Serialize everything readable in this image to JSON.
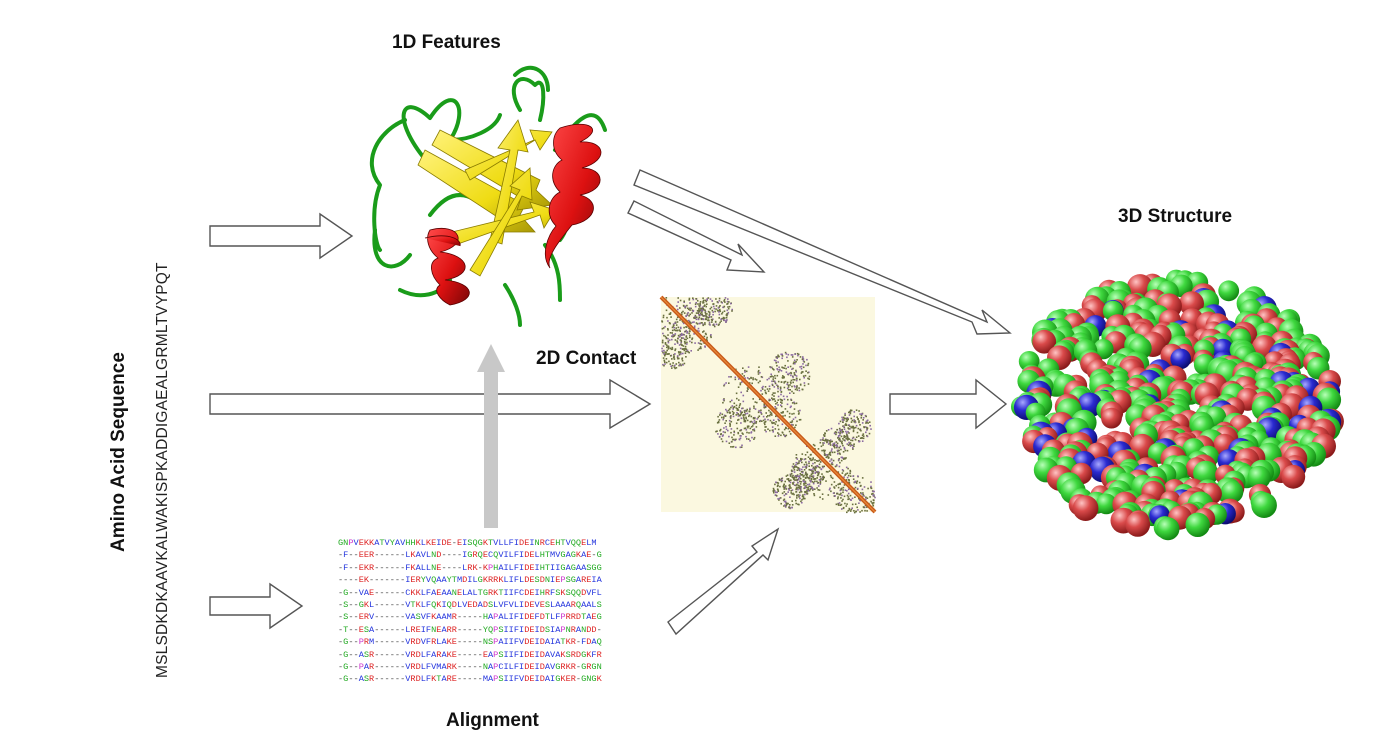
{
  "labels": {
    "features_1d": "1D Features",
    "contact_2d": "2D Contact",
    "structure_3d": "3D Structure",
    "alignment": "Alignment",
    "amino_acid_sequence": "Amino Acid Sequence",
    "sequence": "MSLSDKDKAAVKALWAKISPKADDIGAEALGRMLTVYPQT"
  },
  "alignment_rows": [
    "GNPVEKKATVYAVHHKLKEIDE-EISQGKTVLLFIDEINRCEHTVQQELM",
    "-F--EER------LKAVLND----IGRQECQVILFIDELHTMVGAGKAE-G",
    "-F--EKR------FKALLNE----LRK-KPHAILFIDEIHTIIGAGAASGG",
    "----EK-------IERYVQAAYTMDILGKRRKLIFLDESDNIEPSGAREIA",
    "-G--VAE------CKKLFAEAANELALTGRKTIIFCDEIHRFSKSQQDVFL",
    "-S--GKL------VTKLFQKIQDLVEDADSLVFVLIDEVESLAAARQAALS",
    "-S--ERV------VASVFKAAMR-----HAPALIFIDEFDTLFPRRDTAEG",
    "-T--ESA------LREIFNEARR-----YQPSIIFIDEIDSIAPNRANDD-",
    "-G--PRM------VRDVFRLAKE-----NSPAIIFVDEIDAIATKR-FDAQ",
    "-G--ASR------VRDLFARAKE-----EAPSIIFIDEIDAVAKSRDGKFR",
    "-G--PAR------VRDLFVMARK-----NAPCILFIDEIDAVGRKR-GRGN",
    "-G--ASR------VRDLFKTARE-----MAPSIIFVDEIDAIGKER-GNGK"
  ],
  "colors": {
    "helix": "#dd1111",
    "strand": "#f2e21a",
    "loop": "#22aa22",
    "contact_background": "#fbf8e0",
    "contact_diagonal": "#c85a1a",
    "atom_green": "#3fd83f",
    "atom_red": "#d94a4a",
    "atom_blue": "#2a2ad0",
    "arrow_gray": "#c8c8c8",
    "residue_hydrophobic": "#2233dd",
    "residue_polar": "#22aa22",
    "residue_charged": "#dd2222",
    "residue_other": "#cc33cc"
  }
}
